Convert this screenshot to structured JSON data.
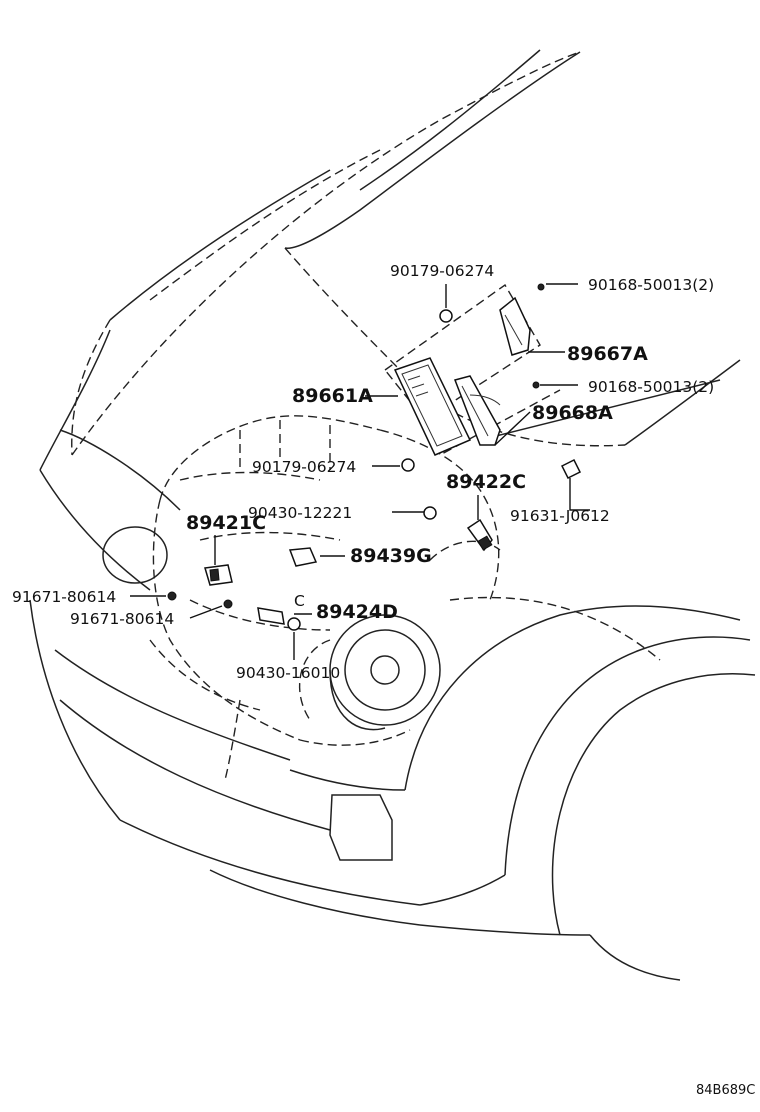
{
  "diagram_code": "84B689C",
  "callouts": {
    "c01": "90179-06274",
    "c02": "90168-50013(2)",
    "c03": "89667A",
    "c04": "90168-50013(2)",
    "c05": "89661A",
    "c06": "89668A",
    "c07": "90179-06274",
    "c08": "89422C",
    "c09": "90430-12221",
    "c10": "91631-J0612",
    "c11": "89421C",
    "c12": "89439G",
    "c13": "91671-80614",
    "c14": "91671-80614",
    "c15": "89424D",
    "c16": "90430-16010",
    "c17": "C"
  }
}
